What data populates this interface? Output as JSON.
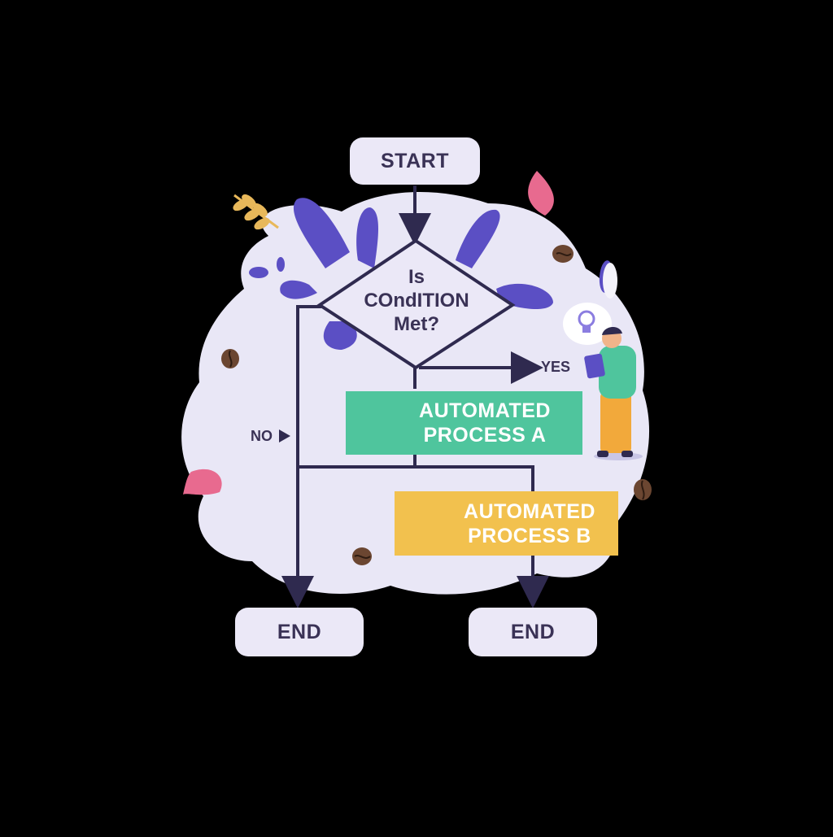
{
  "diagram": {
    "start_label": "START",
    "decision": {
      "line1": "Is",
      "line2": "COndITION",
      "line3": "Met?"
    },
    "yes_label": "YES",
    "no_label": "NO",
    "process_a": {
      "line1": "AUTOMATED",
      "line2": "PROCESS A"
    },
    "process_b": {
      "line1": "AUTOMATED",
      "line2": "PROCESS B"
    },
    "end_left_label": "END",
    "end_right_label": "END"
  },
  "colors": {
    "background": "#000000",
    "blob": "#e9e7f6",
    "node_fill": "#ebe8f7",
    "line": "#2f2a4f",
    "splash": "#5b4fc4",
    "process_a": "#4fc59d",
    "process_b": "#f2c14e",
    "leaf_pink": "#e86a8f",
    "wheat": "#e8b85a",
    "coffee_bean": "#6b4631"
  },
  "decorations": {
    "icons": [
      "wheat-icon",
      "leaf-icon",
      "coffee-bean-icon",
      "lightbulb-icon",
      "tablet-icon"
    ],
    "person": "person-with-tablet"
  }
}
